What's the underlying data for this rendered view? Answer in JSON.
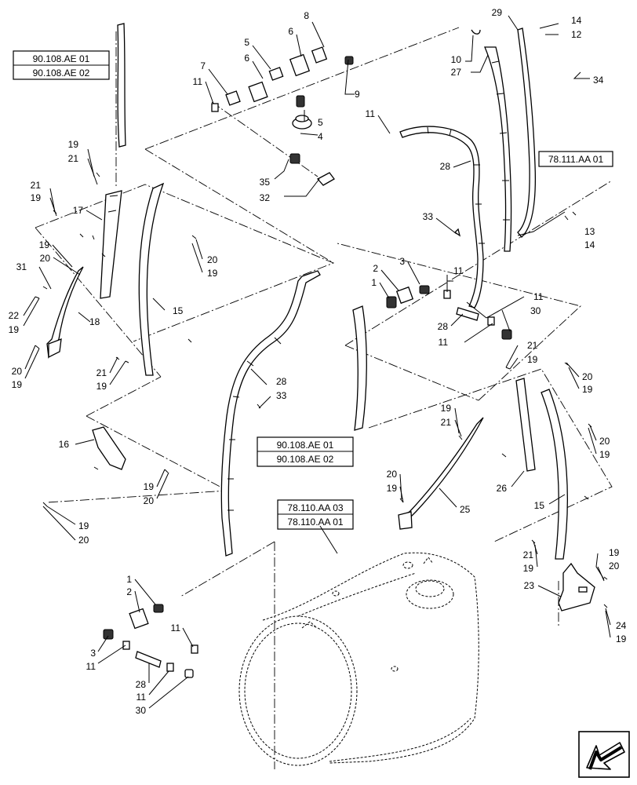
{
  "references": [
    "90.108.AE 01",
    "90.108.AE 02",
    "78.111.AA 01",
    "78.110.AA 03",
    "78.110.AA 01"
  ],
  "callouts": [
    "1",
    "2",
    "3",
    "4",
    "5",
    "6",
    "7",
    "8",
    "9",
    "10",
    "11",
    "12",
    "13",
    "14",
    "15",
    "16",
    "17",
    "18",
    "19",
    "20",
    "21",
    "22",
    "23",
    "24",
    "25",
    "26",
    "27",
    "28",
    "29",
    "30",
    "31",
    "32",
    "33",
    "34",
    "35"
  ],
  "nav_icon": "next-page-arrow-icon"
}
